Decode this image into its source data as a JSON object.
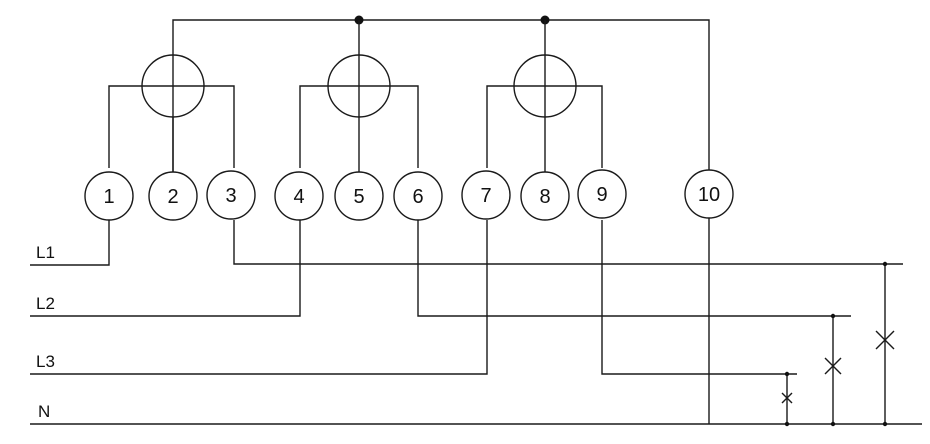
{
  "terminals": [
    "1",
    "2",
    "3",
    "4",
    "5",
    "6",
    "7",
    "8",
    "9",
    "10"
  ],
  "lines": {
    "l1": "L1",
    "l2": "L2",
    "l3": "L3",
    "n": "N"
  },
  "colors": {
    "stroke": "#1a1a1a",
    "background": "#ffffff"
  }
}
